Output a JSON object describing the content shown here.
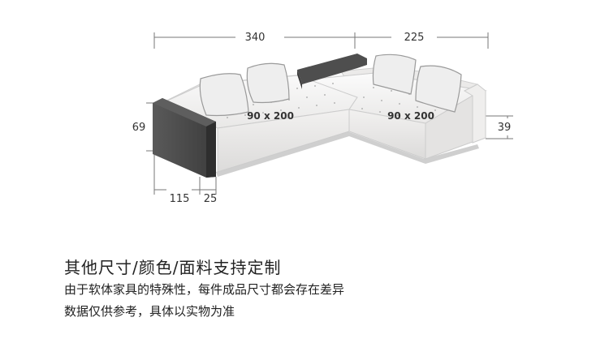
{
  "dimensions": {
    "total_width_left": "340",
    "total_width_right": "225",
    "height_back": "69",
    "height_seat": "39",
    "depth_seat": "115",
    "armrest_width": "25"
  },
  "mattress_sizes": {
    "left": "90 x 200",
    "right": "90 x 200"
  },
  "caption": {
    "headline": "其他尺寸/颜色/面料支持定制",
    "line1": "由于软体家具的特殊性，每件成品尺寸都会存在差异",
    "line2": "数据仅供参考，具体以实物为准"
  },
  "colors": {
    "armrest": "#4a4a4a",
    "upholstery": "#f5f4f3",
    "cushion": "#eeeeee",
    "base": "#cfcfcf",
    "dimension_line": "#666666"
  }
}
